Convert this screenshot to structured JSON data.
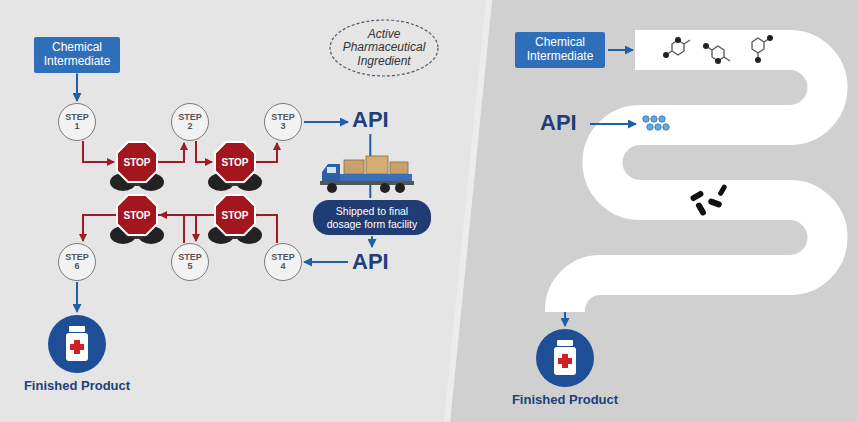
{
  "diagram": {
    "nodes": [
      {
        "text": [
          "Chemical Intermediate"
        ]
      },
      {
        "text": [
          "STEP 1"
        ]
      },
      {
        "text": [
          "STEP 2"
        ]
      },
      {
        "text": [
          "STEP 3"
        ]
      },
      {
        "text": [
          "API"
        ]
      },
      {
        "text": [
          "Active Pharmaceutical Ingredient"
        ]
      },
      {
        "text": [
          "Shipped to final dosage form facility"
        ]
      },
      {
        "text": [
          "API"
        ]
      },
      {
        "text": [
          "STEP 4"
        ]
      },
      {
        "text": [
          "STEP 5"
        ]
      },
      {
        "text": [
          "STEP 6"
        ]
      },
      {
        "text": [
          "STOP"
        ]
      },
      {
        "text": [
          "STOP"
        ]
      },
      {
        "text": [
          "STOP"
        ]
      },
      {
        "text": [
          "STOP"
        ]
      },
      {
        "text": [
          "Finished Product"
        ]
      },
      {
        "text": [
          "Chemical Intermediate"
        ]
      },
      {
        "text": [
          "Finished Product"
        ]
      }
    ],
    "edges": [
      {
        "from": 0,
        "to": 1,
        "arrow": "to"
      },
      {
        "from": 1,
        "to": 11,
        "arrow": "to"
      },
      {
        "from": 11,
        "to": 2,
        "arrow": "to"
      },
      {
        "from": 2,
        "to": 12,
        "arrow": "to"
      },
      {
        "from": 12,
        "to": 3,
        "arrow": "to"
      },
      {
        "from": 3,
        "to": 4,
        "arrow": "to"
      },
      {
        "from": 4,
        "to": 6,
        "arrow": "none"
      },
      {
        "from": 6,
        "to": 7,
        "arrow": "to"
      },
      {
        "from": 7,
        "to": 8,
        "arrow": "to"
      },
      {
        "from": 8,
        "to": 13,
        "arrow": "to"
      },
      {
        "from": 13,
        "to": 9,
        "arrow": "to"
      },
      {
        "from": 9,
        "to": 14,
        "arrow": "to"
      },
      {
        "from": 14,
        "to": 10,
        "arrow": "to"
      },
      {
        "from": 10,
        "to": 15,
        "arrow": "to"
      }
    ],
    "labels": [
      "API"
    ]
  }
}
